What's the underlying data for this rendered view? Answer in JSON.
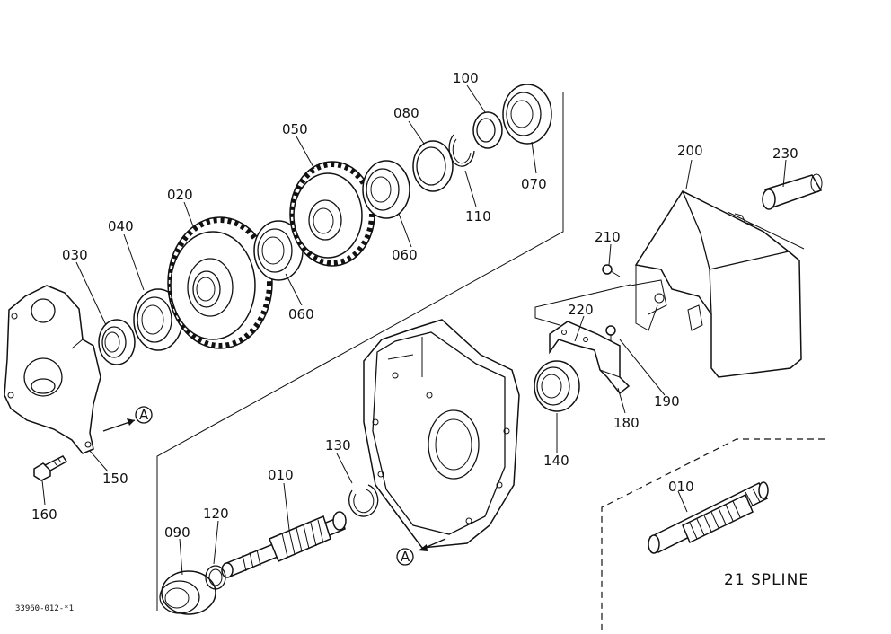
{
  "parts": {
    "p010_main": "010",
    "p010_detail": "010",
    "p020": "020",
    "p030": "030",
    "p040": "040",
    "p050": "050",
    "p060_a": "060",
    "p060_b": "060",
    "p070": "070",
    "p080": "080",
    "p090": "090",
    "p100": "100",
    "p110": "110",
    "p120": "120",
    "p130": "130",
    "p140": "140",
    "p150": "150",
    "p160": "160",
    "p180": "180",
    "p190": "190",
    "p200": "200",
    "p210": "210",
    "p220": "220",
    "p230": "230"
  },
  "reference_marks": {
    "a_top": "A",
    "a_bottom": "A"
  },
  "detail_note": "21 SPLINE",
  "drawing_code": "33960-012-*1"
}
